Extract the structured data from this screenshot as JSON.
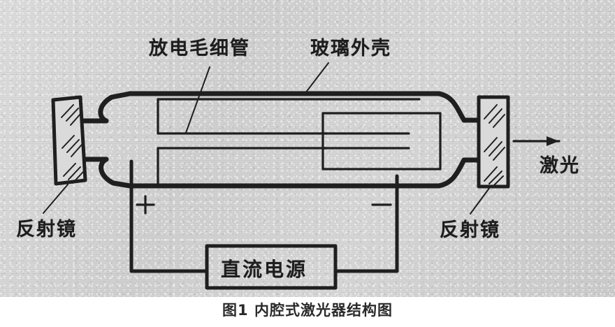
{
  "figure": {
    "caption": "图1 内腔式激光器结构图",
    "background_color": "#d2d2d2",
    "ink_color": "#1d1d1d"
  },
  "labels": {
    "capillary": "放电毛细管",
    "glass_shell": "玻璃外壳",
    "mirror_left": "反射镜",
    "mirror_right": "反射镜",
    "laser_output": "激光",
    "power_supply": "直流电源",
    "anode_sign": "+",
    "cathode_sign": "−"
  },
  "icons": {
    "mirror_left": "mirror-hatched-plate-icon",
    "mirror_right": "mirror-hatched-plate-icon",
    "laser_arrow": "arrow-right-icon",
    "anode": "plus-sign-icon",
    "cathode": "minus-sign-icon"
  },
  "diagram": {
    "type": "schematic",
    "title": "内腔式激光器结构图",
    "components": [
      {
        "name": "放电毛细管",
        "role": "discharge capillary tube"
      },
      {
        "name": "玻璃外壳",
        "role": "glass envelope"
      },
      {
        "name": "反射镜",
        "role": "left end mirror"
      },
      {
        "name": "反射镜",
        "role": "right output mirror"
      },
      {
        "name": "直流电源",
        "role": "DC power supply"
      },
      {
        "name": "激光",
        "role": "laser output beam"
      }
    ],
    "electrodes": [
      {
        "polarity": "+",
        "side": "left"
      },
      {
        "polarity": "−",
        "side": "right"
      }
    ]
  }
}
